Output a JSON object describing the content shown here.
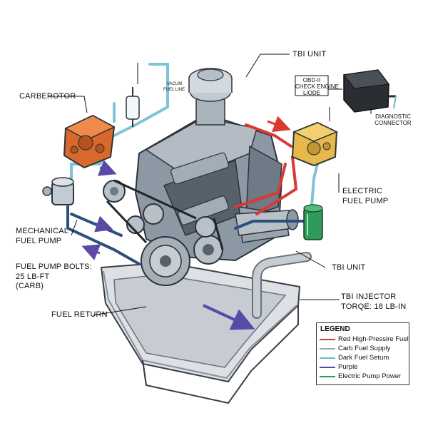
{
  "labels": {
    "carberotor": "CARBEROTOR",
    "vacuum_line_1": "VACUM",
    "vacuum_line_2": "FUEL LINE",
    "tbi_unit_top": "TBI UNIT",
    "obd_1": "OBD-II",
    "obd_2": "CHECK ENGINE",
    "obd_3": "LIODE",
    "diagnostic_1": "DIAGNOSTIC",
    "diagnostic_2": "CONNECTOR",
    "electric_pump_1": "ELECTRIC",
    "electric_pump_2": "FUEL PUMP",
    "mechanical_pump_1": "MECHANICAL",
    "mechanical_pump_2": "FUEL PUMP",
    "pump_bolts_1": "FUEL PUMP BOLTS:",
    "pump_bolts_2": "25 LB-FT",
    "pump_bolts_3": "(CARB)",
    "tbi_unit_right": "TBI UNIT",
    "tbi_injector_1": "TBI INJECTOR",
    "tbi_injector_2": "TORQE: 18 LB-IN",
    "fuel_return": "FUEL RETURN"
  },
  "legend": {
    "title": "LEGEND",
    "items": [
      {
        "label": "Red High-Pressire Fuel",
        "color": "#d83a33"
      },
      {
        "label": "Carb Fuel Supply",
        "color": "#9aa6b0"
      },
      {
        "label": "Dark Fuel Setum",
        "color": "#6fb7c9"
      },
      {
        "label": "Purple",
        "color": "#5a4aa6"
      },
      {
        "label": "Electric Pump Power",
        "color": "#2f9a5a"
      }
    ]
  },
  "colors": {
    "high_pressure": "#d83a33",
    "carb_supply": "#7fc3d8",
    "return_line": "#2c4f7c",
    "purple_arrow": "#5a4aa6",
    "electric_power": "#2f9a5a",
    "carb_orange": "#d9692b",
    "tbi_yellow": "#e6b94a",
    "engine_gray": "#8c98a4",
    "tank_gray": "#c3c9cf"
  }
}
